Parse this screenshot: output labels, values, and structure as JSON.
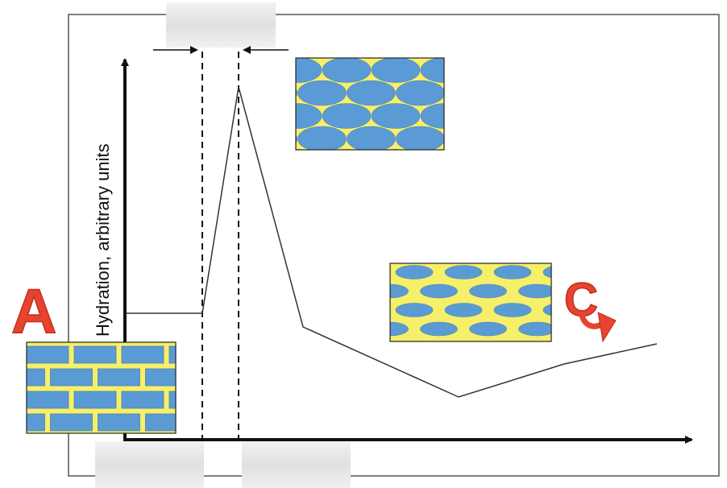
{
  "diagram": {
    "y_axis_label": "Hydration, arbitrary units",
    "label_a": "A",
    "label_c": "C",
    "colors": {
      "brick": "#5b9bd5",
      "mortar": "#f6ef6a",
      "brick_edge": "#4a7fb0",
      "letter_red": "#e8432e",
      "line": "#333333",
      "axis": "#111111",
      "frame": "#555555",
      "caption_box": "#e4e4e4"
    }
  }
}
